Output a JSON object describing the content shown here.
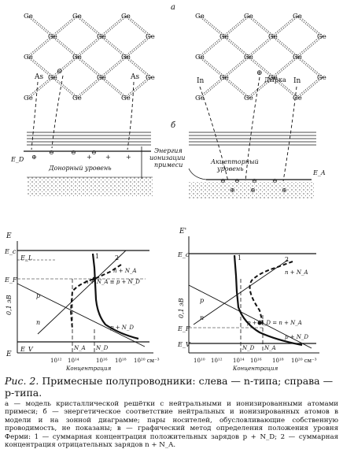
{
  "panel_labels": {
    "a": "а",
    "b": "б"
  },
  "lattice": {
    "atom": "Ge",
    "left": {
      "donor": "As",
      "electron": "⊖"
    },
    "right": {
      "acceptor": "In",
      "hole": "⊕",
      "hole_label": "Дырка"
    }
  },
  "band_diagram": {
    "ed_label": "E_D",
    "donor_level_label": "Донорный уровень",
    "ionization_label_1": "Энергия",
    "ionization_label_2": "ионизации",
    "ionization_label_3": "примеси",
    "acceptor_level_label_1": "Акцепторный",
    "acceptor_level_label_2": "уровень",
    "ea_label": "E_A"
  },
  "graphs": {
    "left": {
      "y_top": "E",
      "ec": "E_c",
      "el": "E_L",
      "ef": "E_F",
      "ev": "E_V",
      "y_bottom": "E",
      "energy_label": "0,1 эВ",
      "curve_1": "1",
      "curve_2": "2",
      "label_n_na": "n + N_A",
      "label_eq": "n + N_A ≡ p + N_D",
      "label_p": "p",
      "label_n": "n",
      "label_p_nd": "p + N_D",
      "na_mark": "N_A",
      "nd_mark": "N_D",
      "ticks": [
        "10¹²",
        "10¹⁴",
        "10¹⁶",
        "10¹⁸",
        "10²⁰ см⁻³"
      ],
      "xlabel": "Концентрация"
    },
    "right": {
      "y_top": "E'",
      "ec": "E_c",
      "ef": "E_F",
      "ev": "E_V",
      "energy_label": "0,1 эВ",
      "curve_1": "1",
      "curve_2": "2",
      "label_n_na": "n + N_A",
      "label_p": "p",
      "label_n": "n",
      "label_eq": "p + N_D = n + N_A",
      "label_p_nd": "p + N_D",
      "nd_mark": "N_D",
      "na_mark": "N_A",
      "ticks": [
        "10¹⁰",
        "10¹²",
        "10¹⁴",
        "10¹⁶",
        "10¹⁸",
        "10²⁰ см⁻³"
      ],
      "xlabel": "Концентрация"
    }
  },
  "caption": {
    "lead": "Рис. 2.",
    "title": "Примесные полупроводники: слева — n-типа; справа — p-типа.",
    "body": "а — модель кристаллической решётки с нейтральными и ионизированными атомами примеси; б — энергетическое соответствие нейтральных и ионизированных атомов в модели и на зонной диаграмме; пары носителей, обусловливающие собственную проводимость, не показаны; в — графический метод определения положения уровня Ферми: 1 — суммарная концентрация положительных зарядов p + N_D; 2 — суммарная концентрация отрицательных зарядов n + N_A."
  }
}
